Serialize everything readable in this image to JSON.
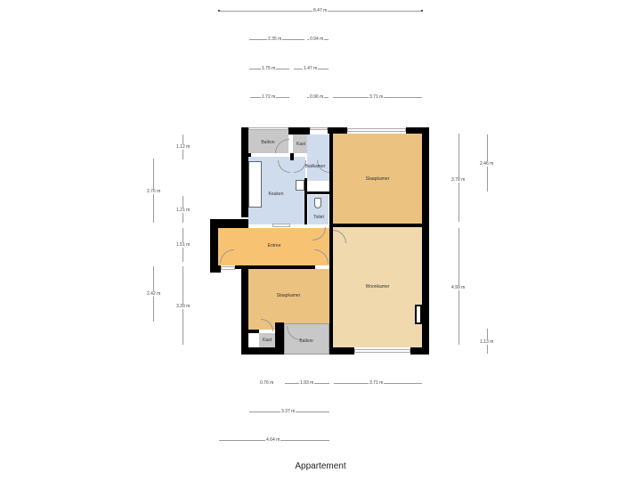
{
  "title": "Appartement",
  "colors": {
    "bedroom": "#ecc281",
    "living": "#f1d9ae",
    "hall": "#f8c273",
    "wet": "#cfdcee",
    "balcony": "#c8c8c8",
    "wall": "#000000"
  },
  "rooms": {
    "balkon_top": "Balkon",
    "kast_top": "Kast",
    "badkamer": "Badkamer",
    "keuken": "Keuken",
    "toilet": "Toilet",
    "slaapkamer_top": "Slaapkamer",
    "entree": "Entree",
    "woonkamer": "Woonkamer",
    "slaapkamer_bottom": "Slaapkamer",
    "kast_bottom": "Kast",
    "balkon_bottom": "Balkon"
  },
  "dimensions": {
    "top": [
      "8.47 m",
      "2.35 m",
      "0.94 m",
      "1.75 m",
      "1.47 m",
      "1.72 m",
      "0.96 m",
      "3.71 m"
    ],
    "bottom": [
      "0.76 m",
      "1.93 m",
      "3.71 m",
      "3.37 m",
      "4.64 m"
    ],
    "left": [
      "1.12 m",
      "2.76 m",
      "1.21 m",
      "1.51 m",
      "2.42 m",
      "3.39 m"
    ],
    "right": [
      "3.78 m",
      "2.46 m",
      "4.99 m",
      "1.13 m"
    ]
  }
}
